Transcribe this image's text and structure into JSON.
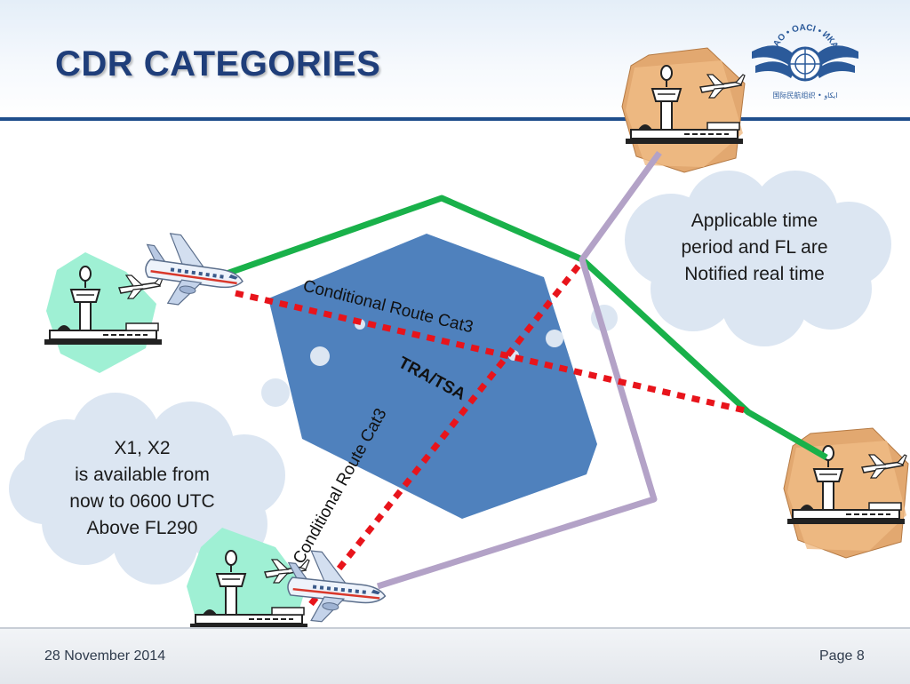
{
  "slide": {
    "title": "CDR CATEGORIES",
    "footer_date": "28 November 2014",
    "footer_page": "Page 8"
  },
  "logo": {
    "ring_text": "ICAO • OACI • ИКАО",
    "bottom_text": "国际民航组织 • ايكاو"
  },
  "diagram": {
    "zone_label": "TRA/TSA",
    "route_label_1": "Conditional Route Cat3",
    "route_label_2": "Conditional Route Cat3",
    "cloud_right": {
      "line1": "Applicable time",
      "line2": "period and FL are",
      "line3": "Notified real time"
    },
    "cloud_left": {
      "line1": "X1, X2",
      "line2": "is available from",
      "line3": "now to 0600 UTC",
      "line4": "Above FL290"
    }
  },
  "colors": {
    "title": "#1f3e7a",
    "header_rule": "#1f4e8c",
    "zone_fill": "#4f81bd",
    "green_route": "#19b14a",
    "purple_route": "#b3a2c7",
    "red_conditional_route": "#e8141b",
    "cloud_fill": "#dce6f2",
    "airport_mint": "#9ff0d4",
    "airport_tan": "#e2a870"
  },
  "icons": {
    "airport": "airport-tower-icon",
    "aircraft": "airliner-icon",
    "logo": "icao-emblem-icon"
  }
}
